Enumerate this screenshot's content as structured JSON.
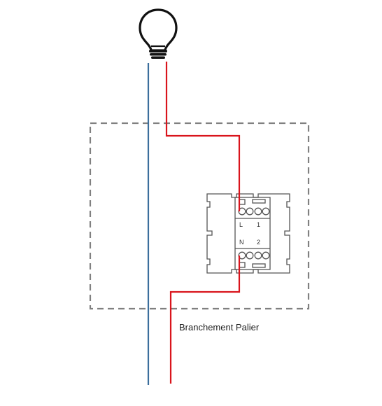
{
  "caption": "Branchement Palier",
  "terminals": {
    "top_left": "L",
    "top_right": "1",
    "bottom_left": "N",
    "bottom_right": "2"
  },
  "colors": {
    "phase_wire": "#d9141c",
    "neutral_wire": "#3b6e9c",
    "enclosure": "#808080",
    "switch_outline": "#555555",
    "bulb": "#111111"
  },
  "icons": {
    "bulb": "light-bulb-icon"
  }
}
